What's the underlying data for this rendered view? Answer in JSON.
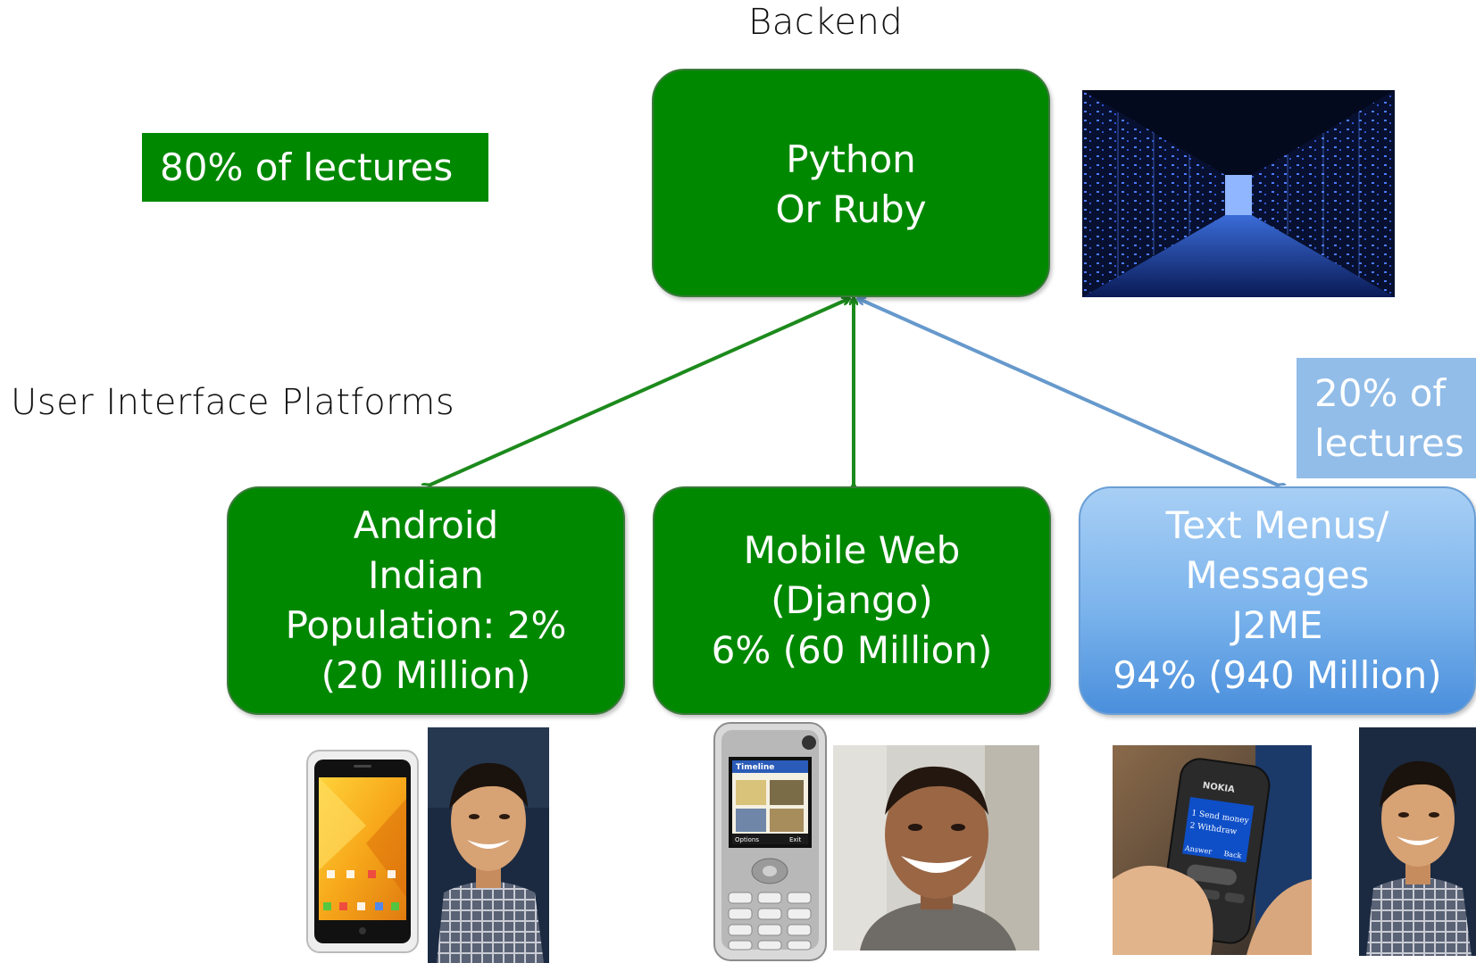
{
  "backend": {
    "heading": "Backend",
    "box_lines": [
      "Python",
      "Or Ruby"
    ]
  },
  "tags": {
    "left": "80% of lectures",
    "right_lines": [
      "20% of",
      "lectures"
    ]
  },
  "ui_heading": "User Interface Platforms",
  "platforms": [
    {
      "lines": [
        "Android",
        "Indian",
        "Population: 2%",
        "(20 Million)"
      ]
    },
    {
      "lines": [
        "Mobile Web",
        "(Django)",
        "6% (60 Million)"
      ]
    },
    {
      "lines": [
        "Text Menus/",
        "Messages",
        "J2ME",
        "94% (940 Million)"
      ]
    }
  ],
  "phone_screens": {
    "nokia_n70": {
      "title": "Timeline",
      "soft_left": "Options",
      "soft_right": "Exit"
    },
    "nokia_basic": {
      "brand": "NOKIA",
      "menu": [
        "1 Send money",
        "2 Withdraw"
      ],
      "soft_left": "Answer",
      "soft_right": "Back"
    }
  },
  "colors": {
    "green": "#008800",
    "blue_box": "#7ab3ec",
    "blue_tag": "#92bde8",
    "blue_arrow": "#6699cc"
  },
  "icons": [
    "server-room-image",
    "android-phone-image",
    "student-photo",
    "nokia-n70-image",
    "student-photo",
    "nokia-basic-phone-image",
    "student-photo"
  ]
}
